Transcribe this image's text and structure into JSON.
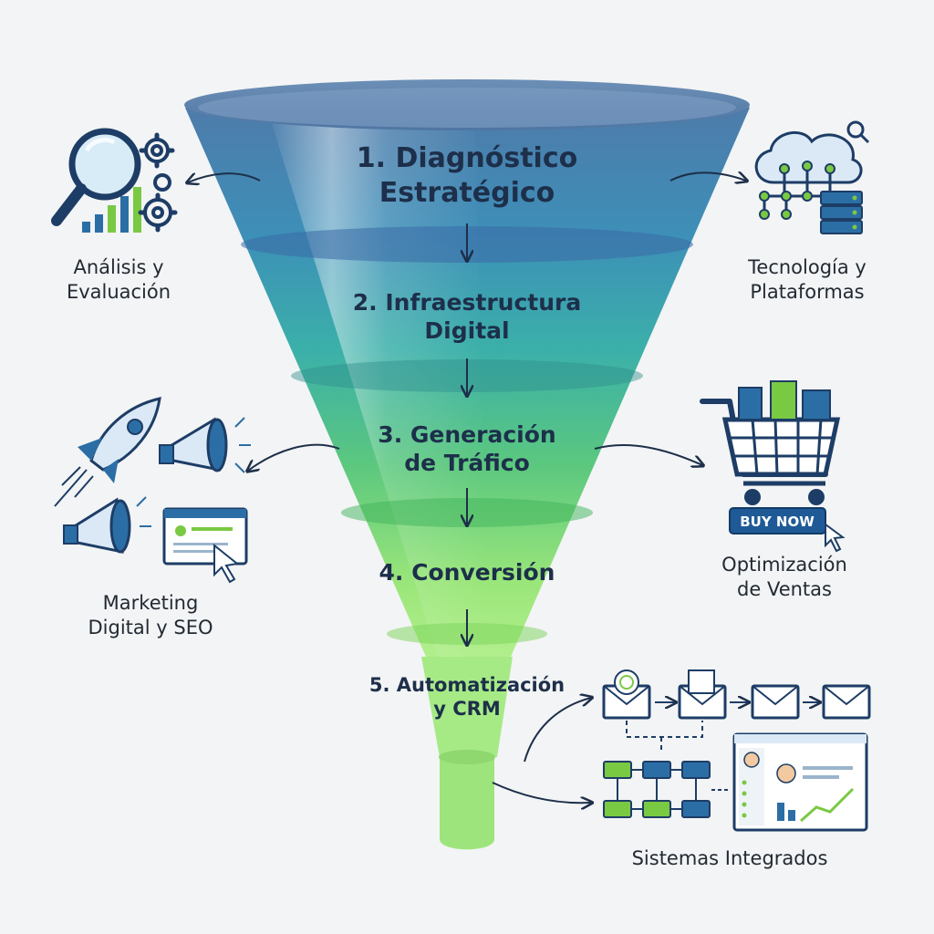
{
  "funnel": {
    "stages": [
      {
        "number": "1.",
        "line1": "1. Diagnóstico",
        "line2": "Estratégico"
      },
      {
        "number": "2.",
        "line1": "2. Infraestructura",
        "line2": "Digital"
      },
      {
        "number": "3.",
        "line1": "3. Generación",
        "line2": "de Tráfico"
      },
      {
        "number": "4.",
        "line1": "4. Conversión",
        "line2": ""
      },
      {
        "number": "5.",
        "line1": "5. Automatización",
        "line2": "y CRM"
      }
    ]
  },
  "sides": {
    "analysis": {
      "line1": "Análisis y",
      "line2": "Evaluación",
      "icon": "magnifier-gears-chart-icon"
    },
    "technology": {
      "line1": "Tecnología y",
      "line2": "Plataformas",
      "icon": "cloud-network-servers-icon"
    },
    "marketing": {
      "line1": "Marketing",
      "line2": "Digital y SEO",
      "icon": "rocket-megaphones-browser-icon"
    },
    "sales": {
      "line1": "Optimización",
      "line2": "de Ventas",
      "icon": "shopping-cart-icon",
      "button": "BUY NOW"
    },
    "systems": {
      "line1": "Sistemas Integrados",
      "icon": "email-workflow-dashboard-icon"
    }
  },
  "colors": {
    "funnel_top": "#4f79a6",
    "funnel_mid": "#3fa8b4",
    "funnel_bottom": "#9ee87a",
    "text_dark": "#1d2f4a",
    "icon_blue": "#2b6ea5",
    "icon_green": "#7ac943"
  }
}
